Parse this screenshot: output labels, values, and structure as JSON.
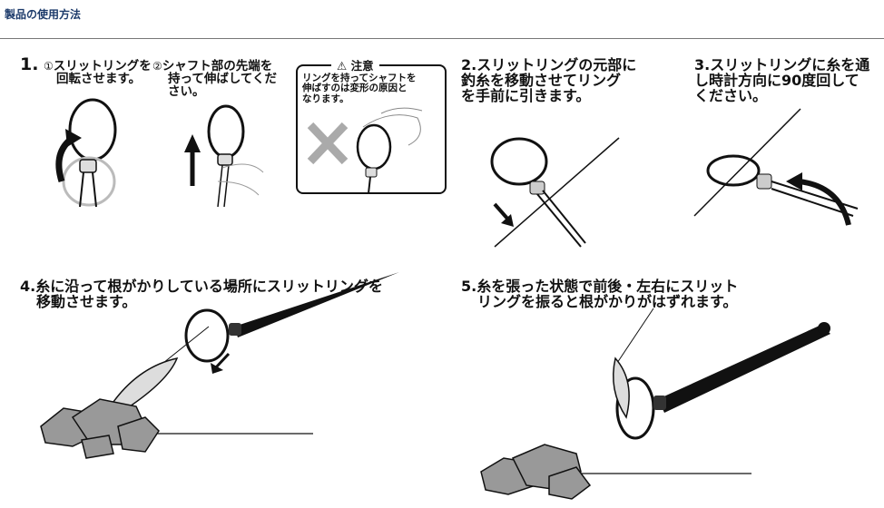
{
  "header": {
    "title": "製品の使用方法"
  },
  "step1": {
    "number": "1.",
    "sub1_marker": "①",
    "sub1_line1": "スリットリングを",
    "sub1_line2": "回転させます。",
    "sub2_marker": "②",
    "sub2_line1": "シャフト部の先端を",
    "sub2_line2": "持って伸ばしてくだ",
    "sub2_line3": "さい。"
  },
  "caution": {
    "icon": "warning-triangle-icon",
    "heading": "注意",
    "line1": "リングを持ってシャフトを",
    "line2": "伸ばすのは変形の原因と",
    "line3": "なります。"
  },
  "step2": {
    "line1": "2.スリットリングの元部に",
    "line2": "釣糸を移動させてリング",
    "line3": "を手前に引きます。"
  },
  "step3": {
    "line1": "3.スリットリングに糸を通",
    "line2": "し時計方向に90度回して",
    "line3": "ください。"
  },
  "step4": {
    "line1": "4.糸に沿って根がかりしている場所にスリットリングを",
    "line2": "移動させます。"
  },
  "step5": {
    "line1": "5.糸を張った状態で前後・左右にスリット",
    "line2": "リングを振ると根がかりがはずれます。"
  }
}
